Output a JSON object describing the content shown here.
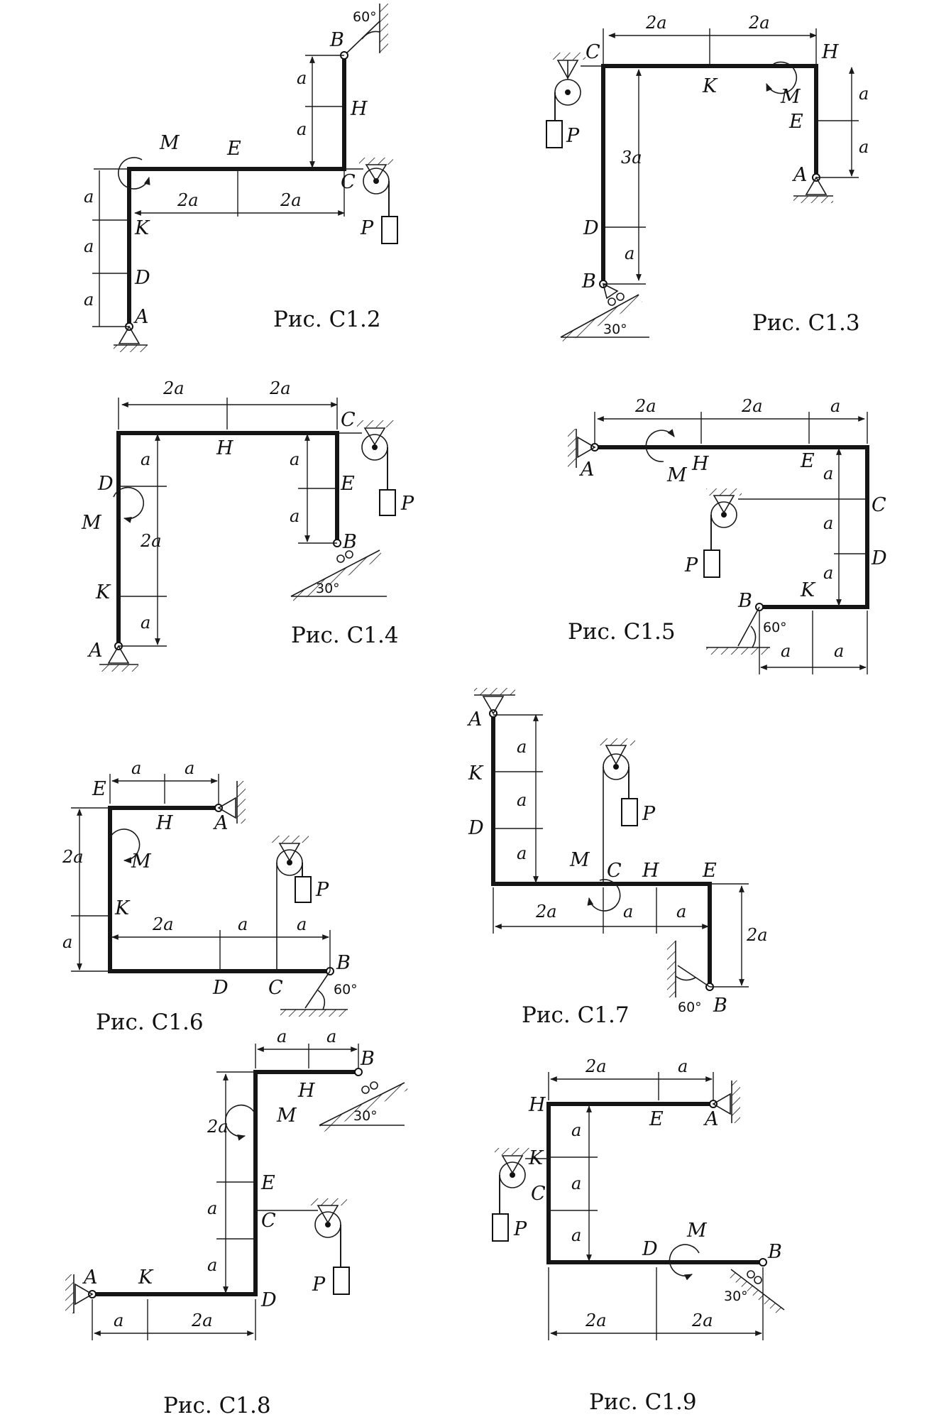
{
  "figures": [
    {
      "caption": "Рис. С1.2",
      "points": [
        "A",
        "B",
        "C",
        "D",
        "E",
        "H",
        "K"
      ],
      "moment": "M",
      "load": "P",
      "dims": [
        "a",
        "a",
        "a",
        "a",
        "a",
        "2a",
        "2a"
      ],
      "angle": "60°"
    },
    {
      "caption": "Рис. С1.3",
      "points": [
        "A",
        "B",
        "C",
        "D",
        "E",
        "H",
        "K"
      ],
      "moment": "M",
      "load": "P",
      "dims": [
        "2a",
        "2a",
        "3a",
        "a",
        "a",
        "a"
      ],
      "angle": "30°"
    },
    {
      "caption": "Рис. С1.4",
      "points": [
        "A",
        "B",
        "C",
        "D",
        "E",
        "H",
        "K"
      ],
      "moment": "M",
      "load": "P",
      "dims": [
        "2a",
        "2a",
        "a",
        "2a",
        "a",
        "a",
        "a"
      ],
      "angle": "30°"
    },
    {
      "caption": "Рис. С1.5",
      "points": [
        "A",
        "B",
        "C",
        "D",
        "E",
        "H",
        "K"
      ],
      "moment": "M",
      "load": "P",
      "dims": [
        "2a",
        "2a",
        "a",
        "a",
        "a",
        "a",
        "a",
        "a"
      ],
      "angle": "60°"
    },
    {
      "caption": "Рис. С1.6",
      "points": [
        "A",
        "B",
        "C",
        "D",
        "E",
        "H",
        "K"
      ],
      "moment": "M",
      "load": "P",
      "dims": [
        "a",
        "a",
        "2a",
        "a",
        "2a",
        "a",
        "a"
      ],
      "angle": "60°"
    },
    {
      "caption": "Рис. С1.7",
      "points": [
        "A",
        "B",
        "C",
        "D",
        "E",
        "H",
        "K"
      ],
      "moment": "M",
      "load": "P",
      "dims": [
        "a",
        "a",
        "a",
        "2a",
        "a",
        "a",
        "2a"
      ],
      "angle": "60°"
    },
    {
      "caption": "Рис. С1.8",
      "points": [
        "A",
        "B",
        "C",
        "D",
        "E",
        "H",
        "K"
      ],
      "moment": "M",
      "load": "P",
      "dims": [
        "a",
        "a",
        "2a",
        "a",
        "a",
        "a",
        "2a"
      ],
      "angle": "30°"
    },
    {
      "caption": "Рис. С1.9",
      "points": [
        "A",
        "B",
        "C",
        "D",
        "E",
        "H",
        "K"
      ],
      "moment": "M",
      "load": "P",
      "dims": [
        "2a",
        "a",
        "a",
        "a",
        "a",
        "2a",
        "2a"
      ],
      "angle": "30°"
    }
  ]
}
